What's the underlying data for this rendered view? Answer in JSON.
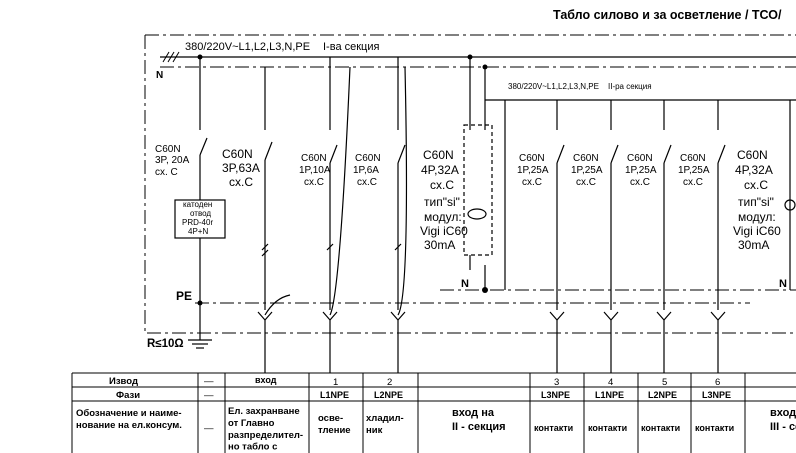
{
  "title": "Табло силово и за осветление / ТСО/",
  "bus": {
    "supply_label": "380/220V~L1,L2,L3,N,PE",
    "section_label": "I-ва секция",
    "sub_supply_label": "380/220V~L1,L2,L3,N,PE",
    "sub_section_label": "II-ра секция",
    "n_label": "N",
    "pe_label": "PE",
    "earth_label": "R≤10Ω",
    "n_label_2": "N",
    "n_label_3": "N"
  },
  "devices": {
    "main_breaker": [
      "C60N",
      "3P, 20A",
      "сх. С"
    ],
    "surge": [
      "катоден",
      "отвод",
      "PRD-40r",
      "4P+N"
    ],
    "input_breaker": [
      "C60N",
      "3P,63A",
      "сх.С"
    ],
    "c1": [
      "C60N",
      "1P,10A",
      "сх.С"
    ],
    "c2": [
      "C60N",
      "1P,6A",
      "сх.С"
    ],
    "rcd1": [
      "C60N",
      "4P,32A",
      "сх.С",
      "тип\"si\"",
      "модул:",
      "Vigi iC60",
      "30mA"
    ],
    "c3": [
      "C60N",
      "1P,25A",
      "сх.С"
    ],
    "c4": [
      "C60N",
      "1P,25A",
      "сх.С"
    ],
    "c5": [
      "C60N",
      "1P,25A",
      "сх.С"
    ],
    "c6": [
      "C60N",
      "1P,25A",
      "сх.С"
    ],
    "rcd2": [
      "C60N",
      "4P,32A",
      "сх.С",
      "тип\"si\"",
      "модул:",
      "Vigi iC60",
      "30mA"
    ]
  },
  "table": {
    "rows": [
      {
        "header": "Извод",
        "dash": "—",
        "cells": [
          "вход",
          "1",
          "2",
          "",
          "3",
          "4",
          "5",
          "6",
          ""
        ]
      },
      {
        "header": "Фази",
        "dash": "—",
        "cells": [
          "",
          "L1NPE",
          "L2NPE",
          "",
          "L3NPE",
          "L1NPE",
          "L2NPE",
          "L3NPE",
          ""
        ]
      },
      {
        "header": "Обозначение и наиме-нование на ел.консум.",
        "dash": "—",
        "cells": [
          "Ел. захранване от Главно разпределител-но табло с",
          "осве-тление",
          "хладил-ник",
          "вход на II - секция",
          "контакти",
          "контакти",
          "контакти",
          "контакти",
          "вход на III - секция"
        ]
      }
    ]
  }
}
